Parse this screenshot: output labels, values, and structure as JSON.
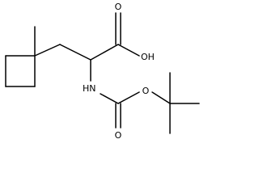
{
  "molecule": {
    "atom_labels": {
      "acid_hydroxyl": "OH",
      "acid_carbonyl_oxygen": "O",
      "amide_nitrogen": "HN",
      "carbamate_ester_oxygen": "O",
      "carbamate_carbonyl_oxygen": "O"
    }
  }
}
